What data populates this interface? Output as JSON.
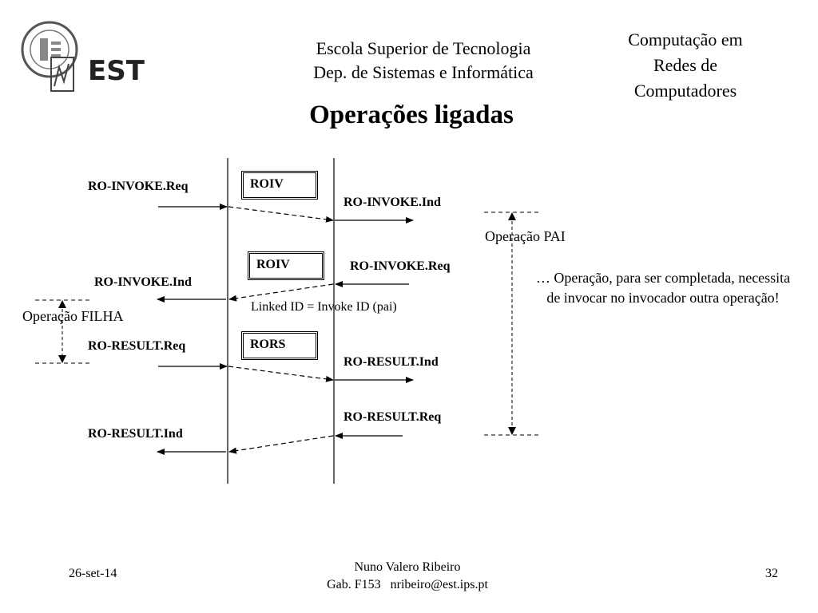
{
  "header": {
    "school_line1": "Escola Superior de Tecnologia",
    "school_line2": "Dep. de Sistemas e Informática",
    "course_line1": "Computação em",
    "course_line2": "Redes de",
    "course_line3": "Computadores",
    "logo_text": "EST"
  },
  "slide": {
    "title": "Operações ligadas"
  },
  "diagram": {
    "left_primitives": {
      "invoke_req": "RO-INVOKE.Req",
      "invoke_ind": "RO-INVOKE.Ind",
      "result_req": "RO-RESULT.Req",
      "result_ind": "RO-RESULT.Ind"
    },
    "right_primitives": {
      "invoke_ind": "RO-INVOKE.Ind",
      "invoke_req": "RO-INVOKE.Req",
      "result_ind": "RO-RESULT.Ind",
      "result_req": "RO-RESULT.Req"
    },
    "pdus": {
      "roiv_1": "ROIV",
      "roiv_2": "ROIV",
      "rors": "RORS"
    },
    "linked_id_label": "Linked ID = Invoke ID (pai)",
    "parent_operation_label": "Operação PAI",
    "child_operation_label": "Operação FILHA",
    "note": "… Operação, para ser completada, necessita de invocar no invocador outra operação!"
  },
  "footer": {
    "date": "26-set-14",
    "author": "Nuno Valero Ribeiro",
    "room": "Gab. F153",
    "email": "nribeiro@est.ips.pt",
    "page_number": "32"
  }
}
